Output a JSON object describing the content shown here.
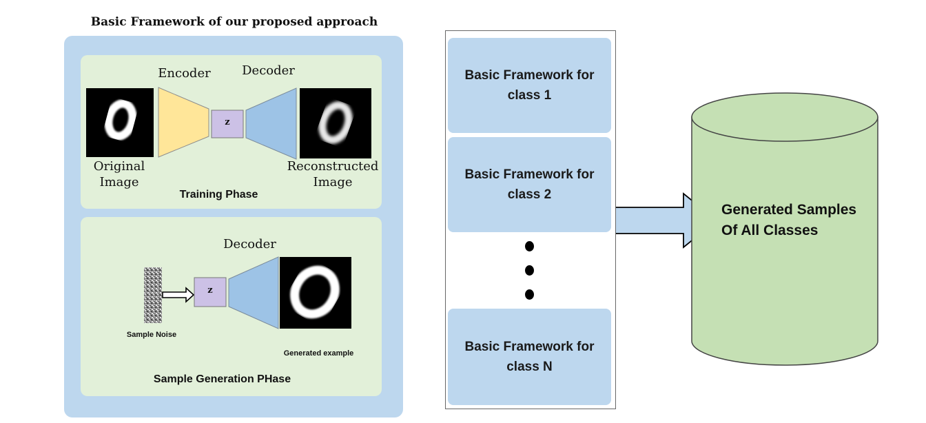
{
  "title": "Basic Framework of our proposed approach",
  "training": {
    "encoder": "Encoder",
    "decoder": "Decoder",
    "z": "z",
    "original_line1": "Original",
    "original_line2": "Image",
    "recon_line1": "Reconstructed",
    "recon_line2": "Image",
    "phase": "Training Phase"
  },
  "generation": {
    "decoder": "Decoder",
    "z": "z",
    "noise": "Sample Noise",
    "example": "Generated example",
    "phase": "Sample Generation PHase"
  },
  "classes": [
    {
      "line1": "Basic Framework for",
      "line2": "class 1"
    },
    {
      "line1": "Basic Framework for",
      "line2": "class 2"
    },
    {
      "line1": "Basic Framework for",
      "line2": "class  N"
    }
  ],
  "output": {
    "line1": "Generated Samples",
    "line2": "Of All Classes"
  },
  "colors": {
    "outer": "#bdd7ee",
    "panel": "#e2f0d9",
    "encoder": "#ffe699",
    "decoder": "#9dc3e6",
    "z_box": "#ccc1e6",
    "cylinder": "#c5e0b4"
  }
}
